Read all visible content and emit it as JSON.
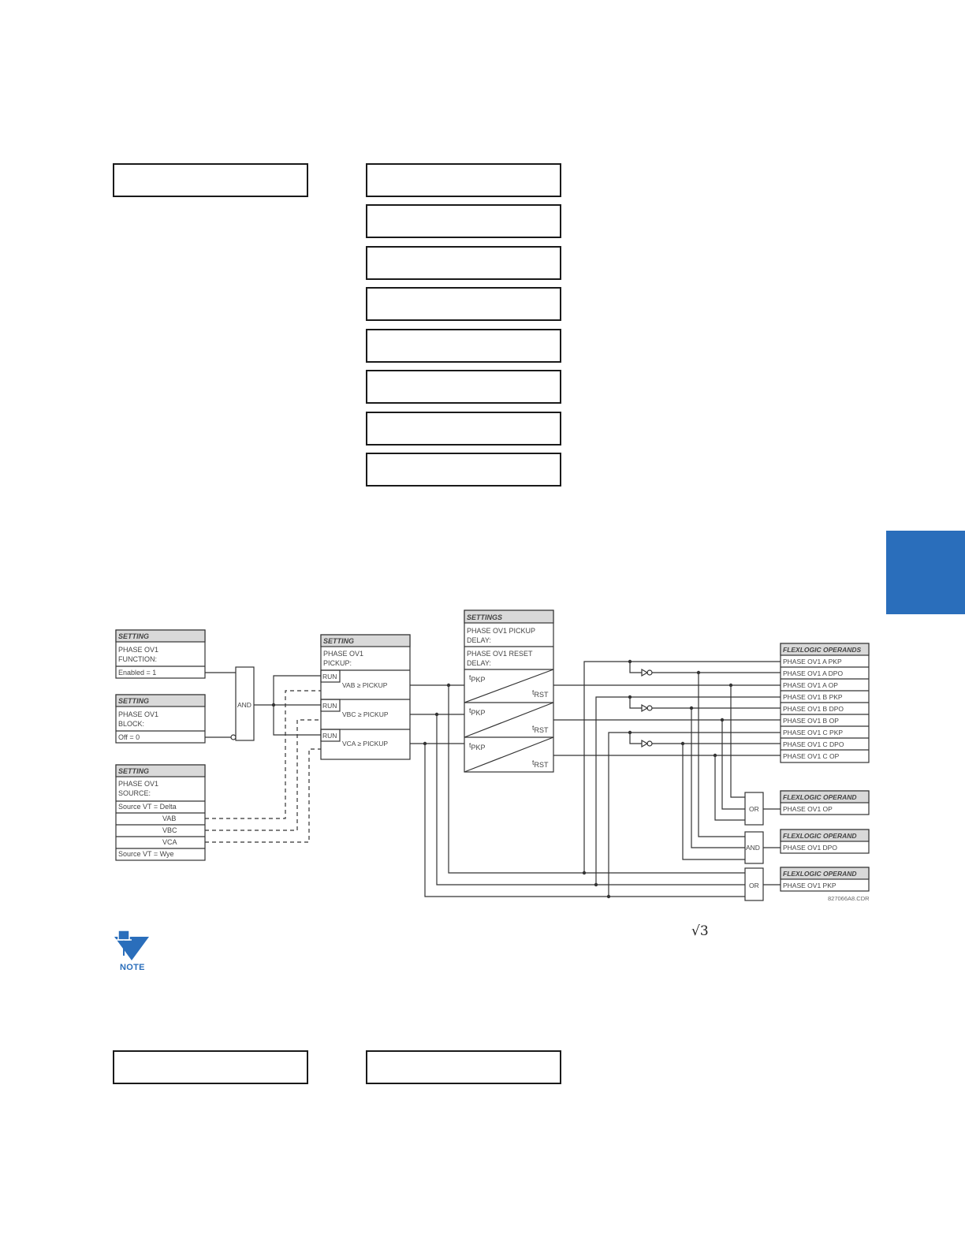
{
  "side_tab": {
    "color": "#2a6ebb"
  },
  "note": {
    "label": "NOTE",
    "icon": "note-pushpin-icon"
  },
  "formula": {
    "sqrt3": "√3"
  },
  "diagram": {
    "id": "827066A8.CDR",
    "settings_function": {
      "header": "SETTING",
      "line1": "PHASE OV1",
      "line2": "FUNCTION:",
      "value": "Enabled = 1"
    },
    "settings_block": {
      "header": "SETTING",
      "line1": "PHASE OV1",
      "line2": "BLOCK:",
      "value": "Off = 0"
    },
    "settings_source": {
      "header": "SETTING",
      "line1": "PHASE OV1",
      "line2": "SOURCE:",
      "delta": "Source VT = Delta",
      "vab": "VAB",
      "vbc": "VBC",
      "vca": "VCA",
      "wye": "Source VT = Wye"
    },
    "gate_and_main": "AND",
    "settings_pickup": {
      "header": "SETTING",
      "line1": "PHASE OV1",
      "line2": "PICKUP:",
      "run": "RUN",
      "row_a": "VAB ≥ PICKUP",
      "row_b": "VBC ≥ PICKUP",
      "row_c": "VCA ≥ PICKUP"
    },
    "settings_delay": {
      "header": "SETTINGS",
      "pkp_line1": "PHASE OV1 PICKUP",
      "pkp_line2": "DELAY:",
      "rst_line1": "PHASE OV1 RESET",
      "rst_line2": "DELAY:",
      "t": "t",
      "pkp": "PKP",
      "rst": "RST"
    },
    "operands": {
      "header": "FLEXLOGIC OPERANDS",
      "items": [
        "PHASE OV1 A PKP",
        "PHASE OV1 A DPO",
        "PHASE OV1 A OP",
        "PHASE OV1 B PKP",
        "PHASE OV1 B DPO",
        "PHASE OV1 B OP",
        "PHASE OV1 C PKP",
        "PHASE OV1 C DPO",
        "PHASE OV1 C OP"
      ]
    },
    "operand_op": {
      "header": "FLEXLOGIC OPERAND",
      "value": "PHASE OV1 OP",
      "gate": "OR"
    },
    "operand_dpo": {
      "header": "FLEXLOGIC OPERAND",
      "value": "PHASE OV1 DPO",
      "gate": "AND"
    },
    "operand_pkp": {
      "header": "FLEXLOGIC OPERAND",
      "value": "PHASE OV1 PKP",
      "gate": "OR"
    }
  }
}
